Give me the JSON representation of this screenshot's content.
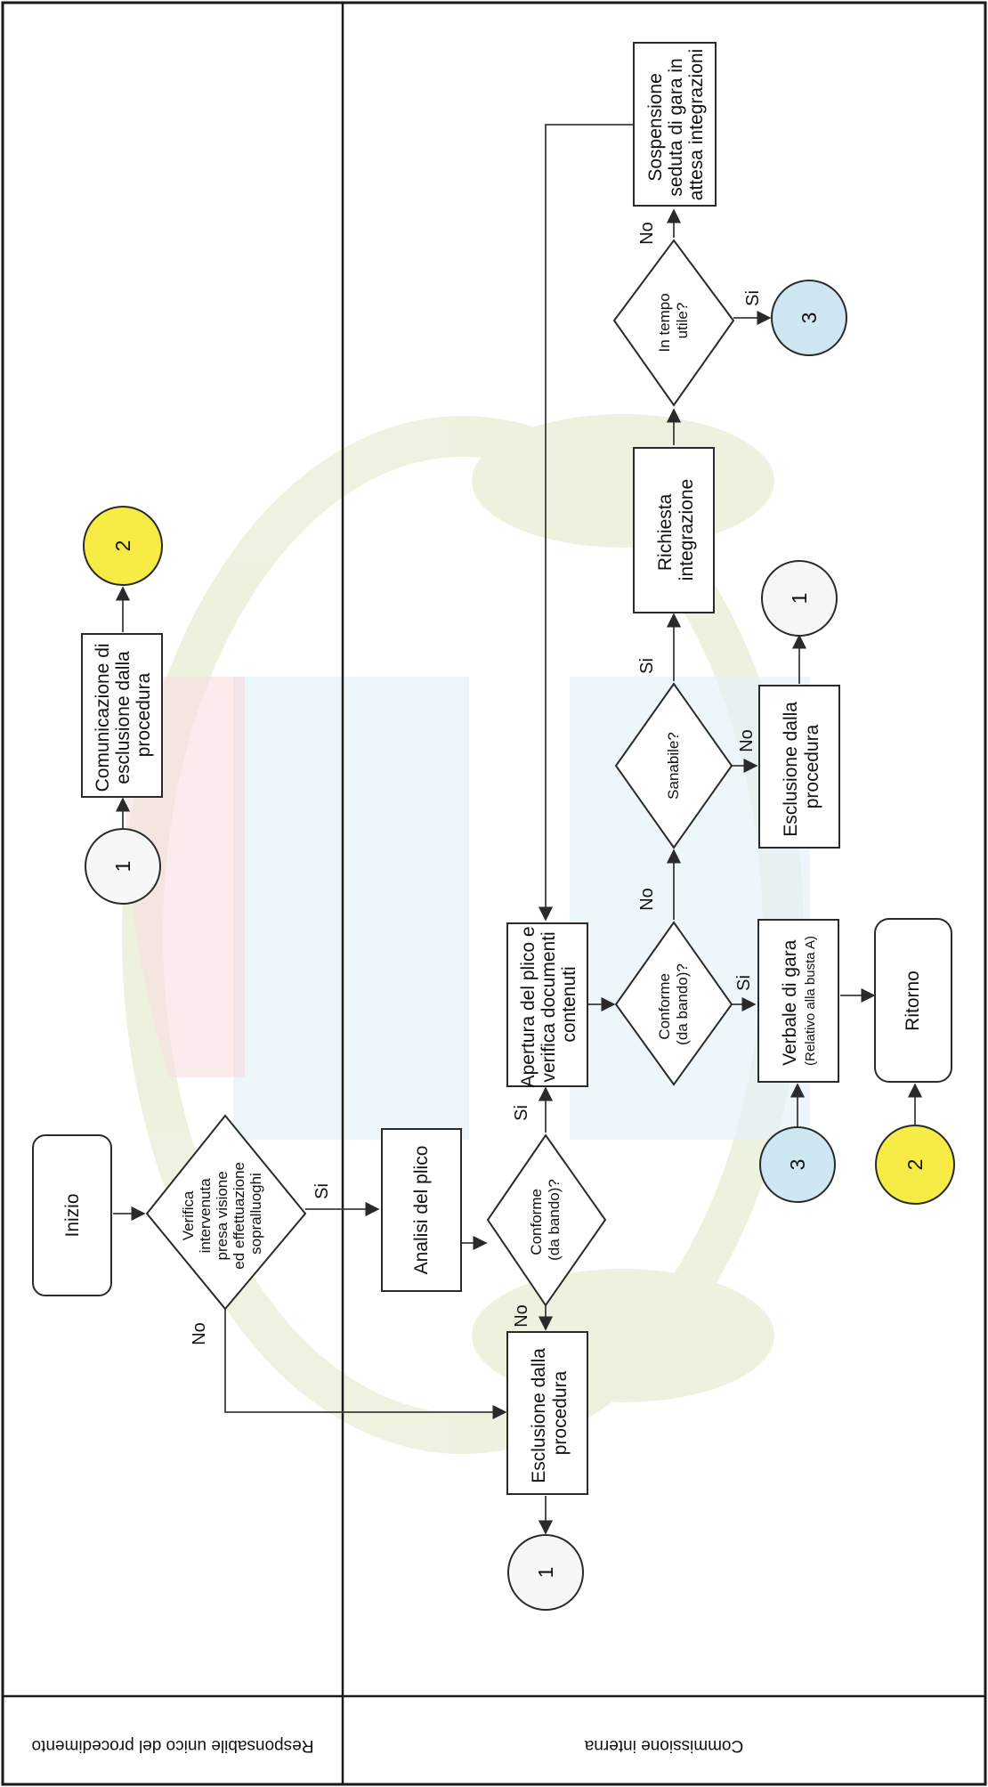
{
  "lanes": {
    "rup": "Responsabile unico del procedimento",
    "commissione": "Commissione interna"
  },
  "nodes": {
    "inizio": "Inizio",
    "verifica": [
      "Verifica",
      "intervenuta",
      "presa visione",
      "ed effettuazione",
      "sopralluoghi"
    ],
    "analisi": "Analisi del plico",
    "conforme1": [
      "Conforme",
      "(da bando)?"
    ],
    "esclusione1": [
      "Esclusione dalla",
      "procedura"
    ],
    "apertura": [
      "Apertura del plico e",
      "verifica documenti",
      "contenuti"
    ],
    "conforme2": [
      "Conforme",
      "(da bando)?"
    ],
    "sanabile": "Sanabile?",
    "esclusione2": [
      "Esclusione dalla",
      "procedura"
    ],
    "richiesta": [
      "Richiesta",
      "integrazione"
    ],
    "tempo": [
      "In tempo",
      "utile?"
    ],
    "sospensione": [
      "Sospensione",
      "seduta di gara in",
      "attesa integrazioni"
    ],
    "verbale": [
      "Verbale di gara",
      "(Relativo alla busta A)"
    ],
    "ritorno": "Ritorno",
    "comunicazione": [
      "Comunicazione di",
      "esclusione dalla",
      "procedura"
    ]
  },
  "connectors": {
    "c1_rup": "1",
    "c2_rup": "2",
    "c1_esc1": "1",
    "c1_esc2": "1",
    "c3_tempo": "3",
    "c3_verbale": "3",
    "c2_ritorno": "2"
  },
  "edge_labels": {
    "verifica_si": "Si",
    "verifica_no": "No",
    "conforme1_si": "Si",
    "conforme1_no": "No",
    "conforme2_si": "Si",
    "conforme2_no": "No",
    "sanabile_si": "Si",
    "sanabile_no": "No",
    "tempo_si": "Si",
    "tempo_no": "No"
  },
  "colors": {
    "connector_yellow": "#f7ec45",
    "connector_blue": "#cfe6f3",
    "connector_white": "#f7f7f7",
    "watermark_blue": "#cfe6f3",
    "watermark_green": "#dfe9c6",
    "watermark_red": "#f2c2c6"
  }
}
